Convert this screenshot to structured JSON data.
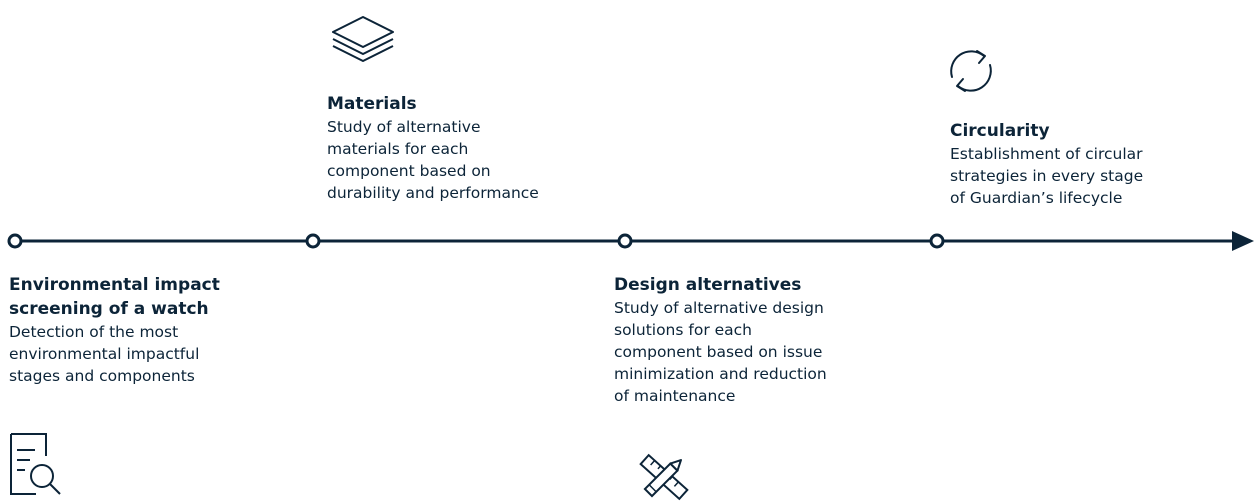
{
  "stages": [
    {
      "title": [
        "Environmental impact",
        "screening of a watch"
      ],
      "description": [
        "Detection of the most",
        "environmental impactful",
        "stages and components"
      ],
      "icon": "document-search-icon"
    },
    {
      "title": [
        "Materials"
      ],
      "description": [
        "Study of alternative",
        "materials for each",
        "component based on",
        "durability and performance"
      ],
      "icon": "layers-icon"
    },
    {
      "title": [
        "Design alternatives"
      ],
      "description": [
        "Study of alternative design",
        "solutions for each",
        "component based on issue",
        "minimization and reduction",
        "of maintenance"
      ],
      "icon": "ruler-pencil-icon"
    },
    {
      "title": [
        "Circularity"
      ],
      "description": [
        "Establishment of circular",
        "strategies in every stage",
        "of Guardian’s lifecycle"
      ],
      "icon": "circular-arrows-icon"
    }
  ],
  "colors": {
    "line": "#0c2438",
    "text": "#0c2438",
    "node_fill": "#ffffff"
  }
}
